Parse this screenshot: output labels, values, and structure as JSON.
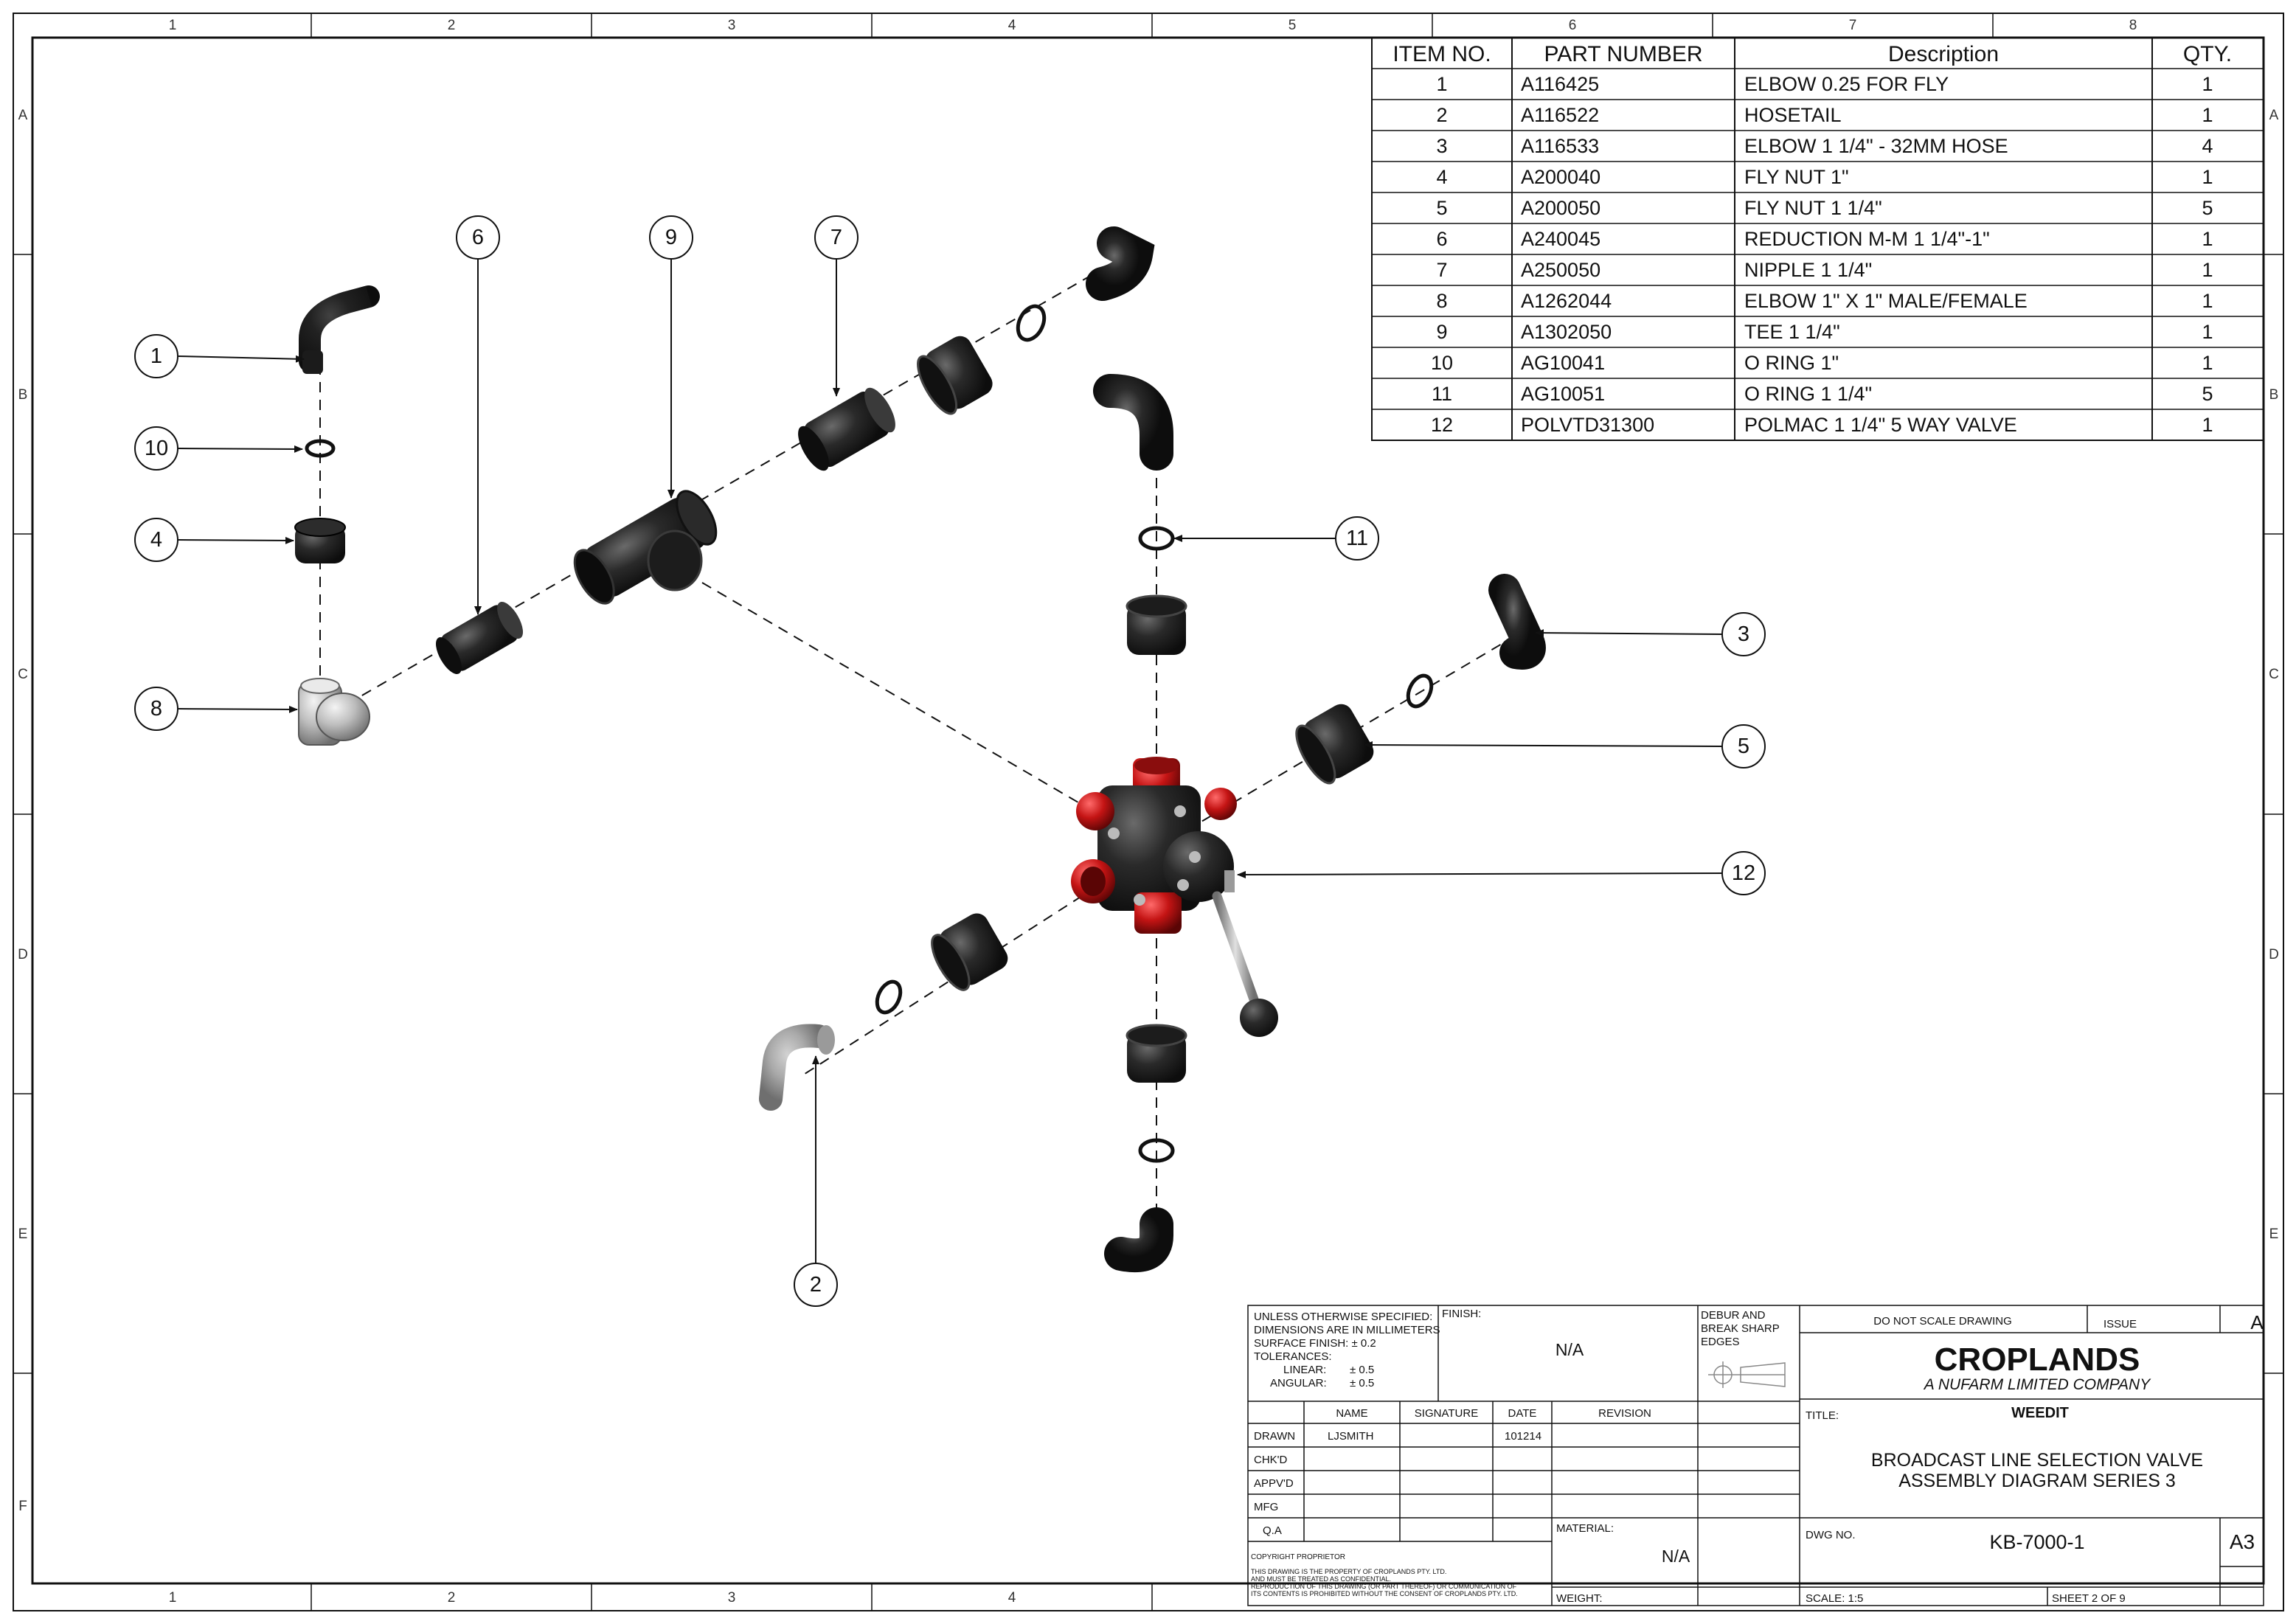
{
  "zones": {
    "columns": [
      "1",
      "2",
      "3",
      "4",
      "5",
      "6",
      "7",
      "8"
    ],
    "rows": [
      "A",
      "B",
      "C",
      "D",
      "E",
      "F"
    ]
  },
  "bom": {
    "headers": [
      "ITEM NO.",
      "PART NUMBER",
      "Description",
      "QTY."
    ],
    "rows": [
      {
        "item": "1",
        "part": "A116425",
        "desc": "ELBOW 0.25 FOR FLY",
        "qty": "1"
      },
      {
        "item": "2",
        "part": "A116522",
        "desc": "HOSETAIL",
        "qty": "1"
      },
      {
        "item": "3",
        "part": "A116533",
        "desc": "ELBOW 1 1/4\" - 32MM HOSE",
        "qty": "4"
      },
      {
        "item": "4",
        "part": "A200040",
        "desc": "FLY NUT 1\"",
        "qty": "1"
      },
      {
        "item": "5",
        "part": "A200050",
        "desc": "FLY NUT 1 1/4\"",
        "qty": "5"
      },
      {
        "item": "6",
        "part": "A240045",
        "desc": "REDUCTION M-M 1 1/4\"-1\"",
        "qty": "1"
      },
      {
        "item": "7",
        "part": "A250050",
        "desc": "NIPPLE 1 1/4\"",
        "qty": "1"
      },
      {
        "item": "8",
        "part": "A1262044",
        "desc": "ELBOW 1\" X 1\" MALE/FEMALE",
        "qty": "1"
      },
      {
        "item": "9",
        "part": "A1302050",
        "desc": "TEE 1 1/4\"",
        "qty": "1"
      },
      {
        "item": "10",
        "part": "AG10041",
        "desc": "O RING 1\"",
        "qty": "1"
      },
      {
        "item": "11",
        "part": "AG10051",
        "desc": "O RING 1 1/4\"",
        "qty": "5"
      },
      {
        "item": "12",
        "part": "POLVTD31300",
        "desc": "POLMAC 1 1/4\" 5 WAY VALVE",
        "qty": "1"
      }
    ]
  },
  "balloons": [
    "1",
    "10",
    "4",
    "8",
    "6",
    "9",
    "7",
    "11",
    "3",
    "5",
    "12",
    "2"
  ],
  "title_block": {
    "spec_lines": [
      "UNLESS OTHERWISE SPECIFIED:",
      "DIMENSIONS ARE IN MILLIMETERS",
      "SURFACE FINISH:   ± 0.2",
      "TOLERANCES:"
    ],
    "tol_linear_label": "LINEAR:",
    "tol_linear": "± 0.5",
    "tol_angular_label": "ANGULAR:",
    "tol_angular": "± 0.5",
    "finish_label": "FINISH:",
    "finish": "N/A",
    "debur_lines": [
      "DEBUR AND",
      "BREAK SHARP",
      "EDGES"
    ],
    "col_headers": [
      "NAME",
      "SIGNATURE",
      "DATE",
      "REVISION"
    ],
    "roles": [
      "DRAWN",
      "CHK'D",
      "APPV'D",
      "MFG",
      "Q.A"
    ],
    "drawn_name": "LJSMITH",
    "drawn_date": "101214",
    "material_label": "MATERIAL:",
    "material": "N/A",
    "weight_label": "WEIGHT:",
    "copyright_label": "COPYRIGHT PROPRIETOR",
    "copyright_lines": [
      "THIS DRAWING IS THE PROPERTY OF CROPLANDS PTY. LTD.",
      "AND MUST BE TREATED AS CONFIDENTIAL.",
      "REPRODUCTION OF THIS DRAWING (OR PART THEREOF) OR COMMUNICATION OF",
      "ITS CONTENTS IS PROHIBITED WITHOUT THE CONSENT OF CROPLANDS PTY. LTD."
    ],
    "do_not_scale": "DO NOT SCALE DRAWING",
    "issue_label": "ISSUE",
    "issue": "A",
    "company": "CROPLANDS",
    "company_sub": "A NUFARM LIMITED COMPANY",
    "title_label": "TITLE:",
    "title_main": "WEEDIT",
    "title_line1": "BROADCAST LINE SELECTION VALVE",
    "title_line2": "ASSEMBLY DIAGRAM SERIES 3",
    "dwg_no_label": "DWG NO.",
    "dwg_no": "KB-7000-1",
    "size": "A3",
    "scale": "SCALE: 1:5",
    "sheet": "SHEET 2 OF 9"
  },
  "colors": {
    "line": "#111111",
    "part": "#232323",
    "valve_red": "#c41414",
    "zinc": "#c8c8c8"
  }
}
